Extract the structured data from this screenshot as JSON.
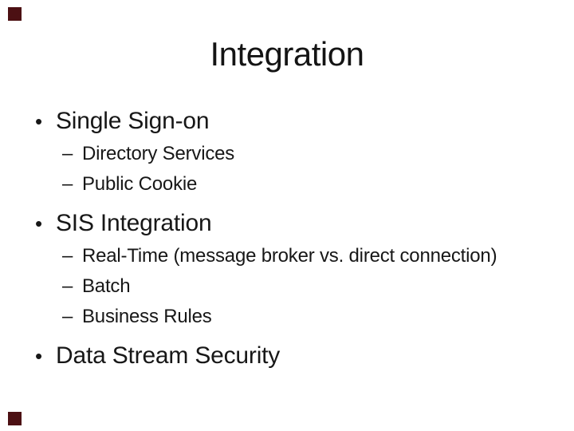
{
  "slide": {
    "title": "Integration",
    "bullets": [
      {
        "level": 1,
        "marker": "•",
        "text": "Single Sign-on"
      },
      {
        "level": 2,
        "marker": "–",
        "text": "Directory Services"
      },
      {
        "level": 2,
        "marker": "–",
        "text": "Public Cookie"
      },
      {
        "level": 1,
        "marker": "•",
        "text": "SIS Integration"
      },
      {
        "level": 2,
        "marker": "–",
        "text": "Real-Time (message broker vs. direct connection)"
      },
      {
        "level": 2,
        "marker": "–",
        "text": "Batch"
      },
      {
        "level": 2,
        "marker": "–",
        "text": "Business Rules"
      },
      {
        "level": 1,
        "marker": "•",
        "text": "Data Stream Security"
      }
    ],
    "colors": {
      "corner_accent": "#4c1013",
      "text": "#171717",
      "background": "#ffffff"
    }
  }
}
